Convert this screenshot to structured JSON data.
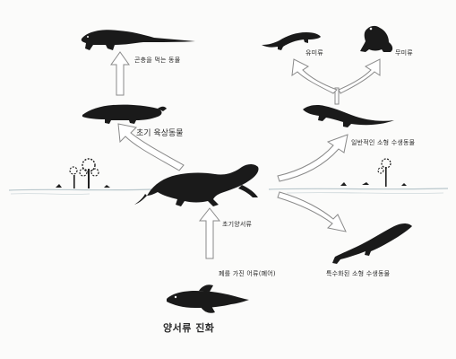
{
  "labels": {
    "insectivore": "곤충을 먹는 동물",
    "urodela": "유미류",
    "anura": "무미류",
    "early_terrestrial": "초기 육상동물",
    "general_aquatic": "일반적인 소형 수생동물",
    "early_amphibian": "초기양서류",
    "lungfish": "폐를 가진 어류(폐어)",
    "specialized_aquatic": "특수화된 소형 수생동물"
  },
  "caption": "양서류 진화",
  "colors": {
    "ink": "#1a1a1a",
    "arrow_fill": "#ffffff",
    "arrow_stroke": "#8a8a8a",
    "ground": "#b9c7cc"
  },
  "icons": [
    "insectivore-animal-icon",
    "salamander-icon",
    "frog-icon",
    "early-tetrapod-icon",
    "aquatic-amphibian-icon",
    "early-amphibian-icon",
    "lungfish-icon",
    "specialized-aquatic-amphibian-icon",
    "tree-icon"
  ]
}
